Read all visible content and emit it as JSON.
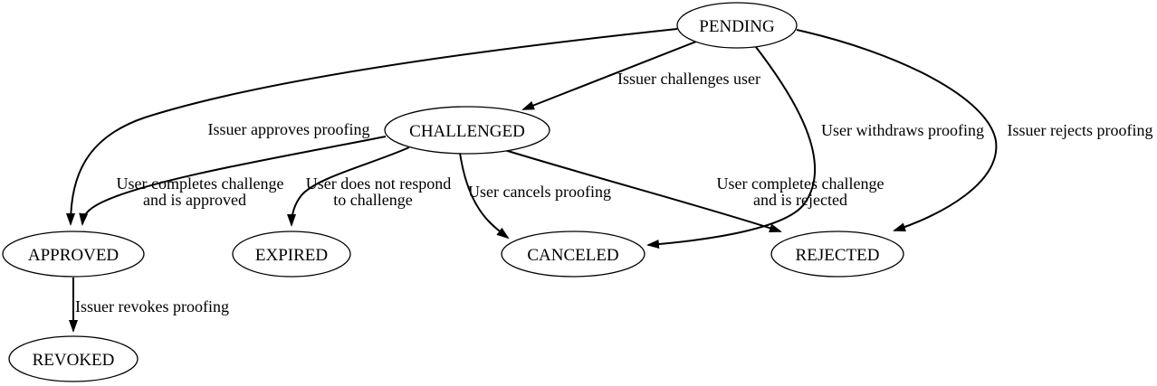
{
  "diagram": {
    "title": "Proofing state transition diagram",
    "colors": {
      "background": "#ffffff",
      "node_fill": "#ffffff",
      "stroke": "#000000",
      "text": "#000000"
    },
    "nodes": {
      "pending": {
        "label": "PENDING"
      },
      "challenged": {
        "label": "CHALLENGED"
      },
      "approved": {
        "label": "APPROVED"
      },
      "expired": {
        "label": "EXPIRED"
      },
      "canceled": {
        "label": "CANCELED"
      },
      "rejected": {
        "label": "REJECTED"
      },
      "revoked": {
        "label": "REVOKED"
      }
    },
    "edges": {
      "pending_challenged": {
        "from": "PENDING",
        "to": "CHALLENGED",
        "label": "Issuer challenges user"
      },
      "pending_approved": {
        "from": "PENDING",
        "to": "APPROVED",
        "label": "Issuer approves proofing"
      },
      "pending_canceled": {
        "from": "PENDING",
        "to": "CANCELED",
        "label": "User withdraws proofing"
      },
      "pending_rejected": {
        "from": "PENDING",
        "to": "REJECTED",
        "label": "Issuer rejects proofing"
      },
      "challenged_approved": {
        "from": "CHALLENGED",
        "to": "APPROVED",
        "label_line1": "User completes challenge",
        "label_line2": "and is approved"
      },
      "challenged_expired": {
        "from": "CHALLENGED",
        "to": "EXPIRED",
        "label_line1": "User does not respond",
        "label_line2": "to challenge"
      },
      "challenged_canceled": {
        "from": "CHALLENGED",
        "to": "CANCELED",
        "label": "User cancels proofing"
      },
      "challenged_rejected": {
        "from": "CHALLENGED",
        "to": "REJECTED",
        "label_line1": "User completes challenge",
        "label_line2": "and is rejected"
      },
      "approved_revoked": {
        "from": "APPROVED",
        "to": "REVOKED",
        "label": "Issuer revokes proofing"
      }
    }
  }
}
